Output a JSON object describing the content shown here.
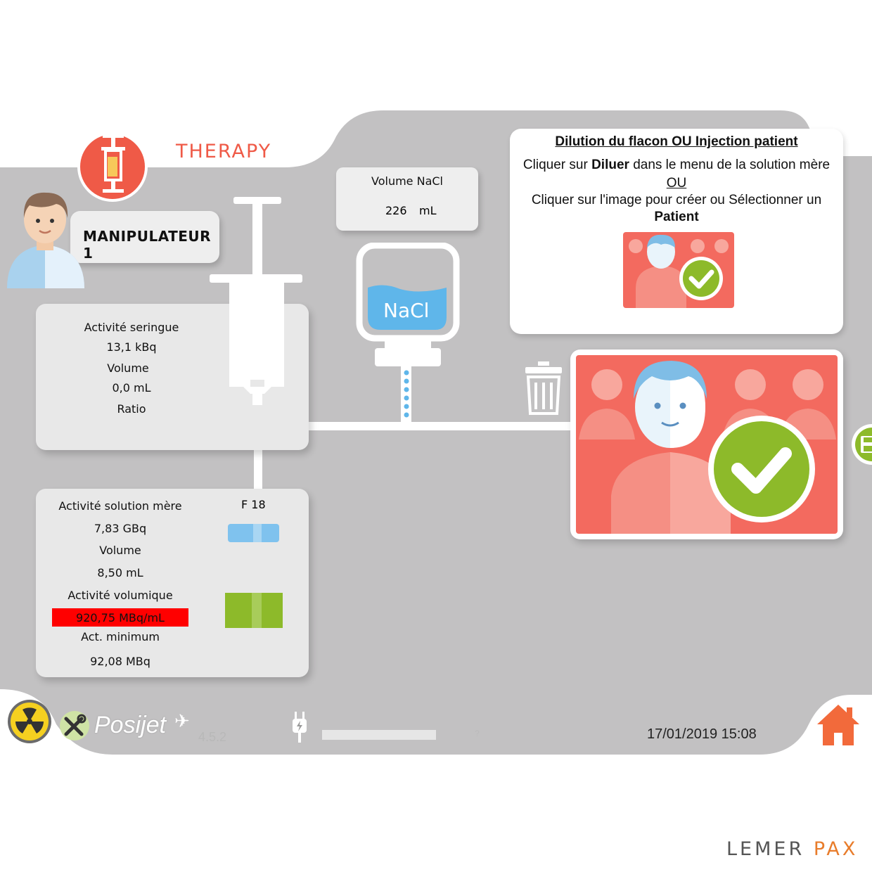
{
  "app": {
    "module_title": "THERAPY",
    "software_name": "Posijet",
    "version": "4.5.2",
    "datetime": "17/01/2019 15:08",
    "status_hint": "?",
    "brand_left": "LEMER",
    "brand_right": "PAX"
  },
  "user": {
    "name": "MANIPULATEUR 1"
  },
  "syringe_panel": {
    "activity_label": "Activité seringue",
    "activity_value": "13,1 kBq",
    "volume_label": "Volume",
    "volume_value": "0,0 mL",
    "ratio_label": "Ratio"
  },
  "nacl": {
    "volume_label": "Volume NaCl",
    "volume_value": "226",
    "volume_unit": "mL",
    "bottle_label": "NaCl"
  },
  "mother_solution": {
    "activity_label": "Activité solution mère",
    "isotope": "F 18",
    "activity_value": "7,83 GBq",
    "volume_label": "Volume",
    "volume_value": "8,50 mL",
    "vol_activity_label": "Activité volumique",
    "vol_activity_value": "920,75 MBq/mL",
    "min_label": "Act. minimum",
    "min_value": "92,08 MBq"
  },
  "info": {
    "heading": "Dilution du flacon OU Injection patient",
    "line1_pre": "Cliquer sur ",
    "line1_bold": "Diluer",
    "line1_post": " dans le menu de la solution mère",
    "or": "OU",
    "line2": "Cliquer sur l'image pour créer ou Sélectionner un",
    "line3_bold": "Patient"
  },
  "colors": {
    "background": "#c2c1c2",
    "accent_orange": "#ef5a47",
    "patient_red": "#f36a5f",
    "check_green": "#8dba2a",
    "nacl_blue": "#5fb6ea",
    "alert_red": "#ff0000"
  },
  "icons": [
    "syringe-logo-icon",
    "user-avatar-icon",
    "trash-icon",
    "nacl-bottle-icon",
    "patient-select-icon",
    "radiation-icon",
    "tools-icon",
    "plug-icon",
    "home-icon",
    "save-icon"
  ]
}
